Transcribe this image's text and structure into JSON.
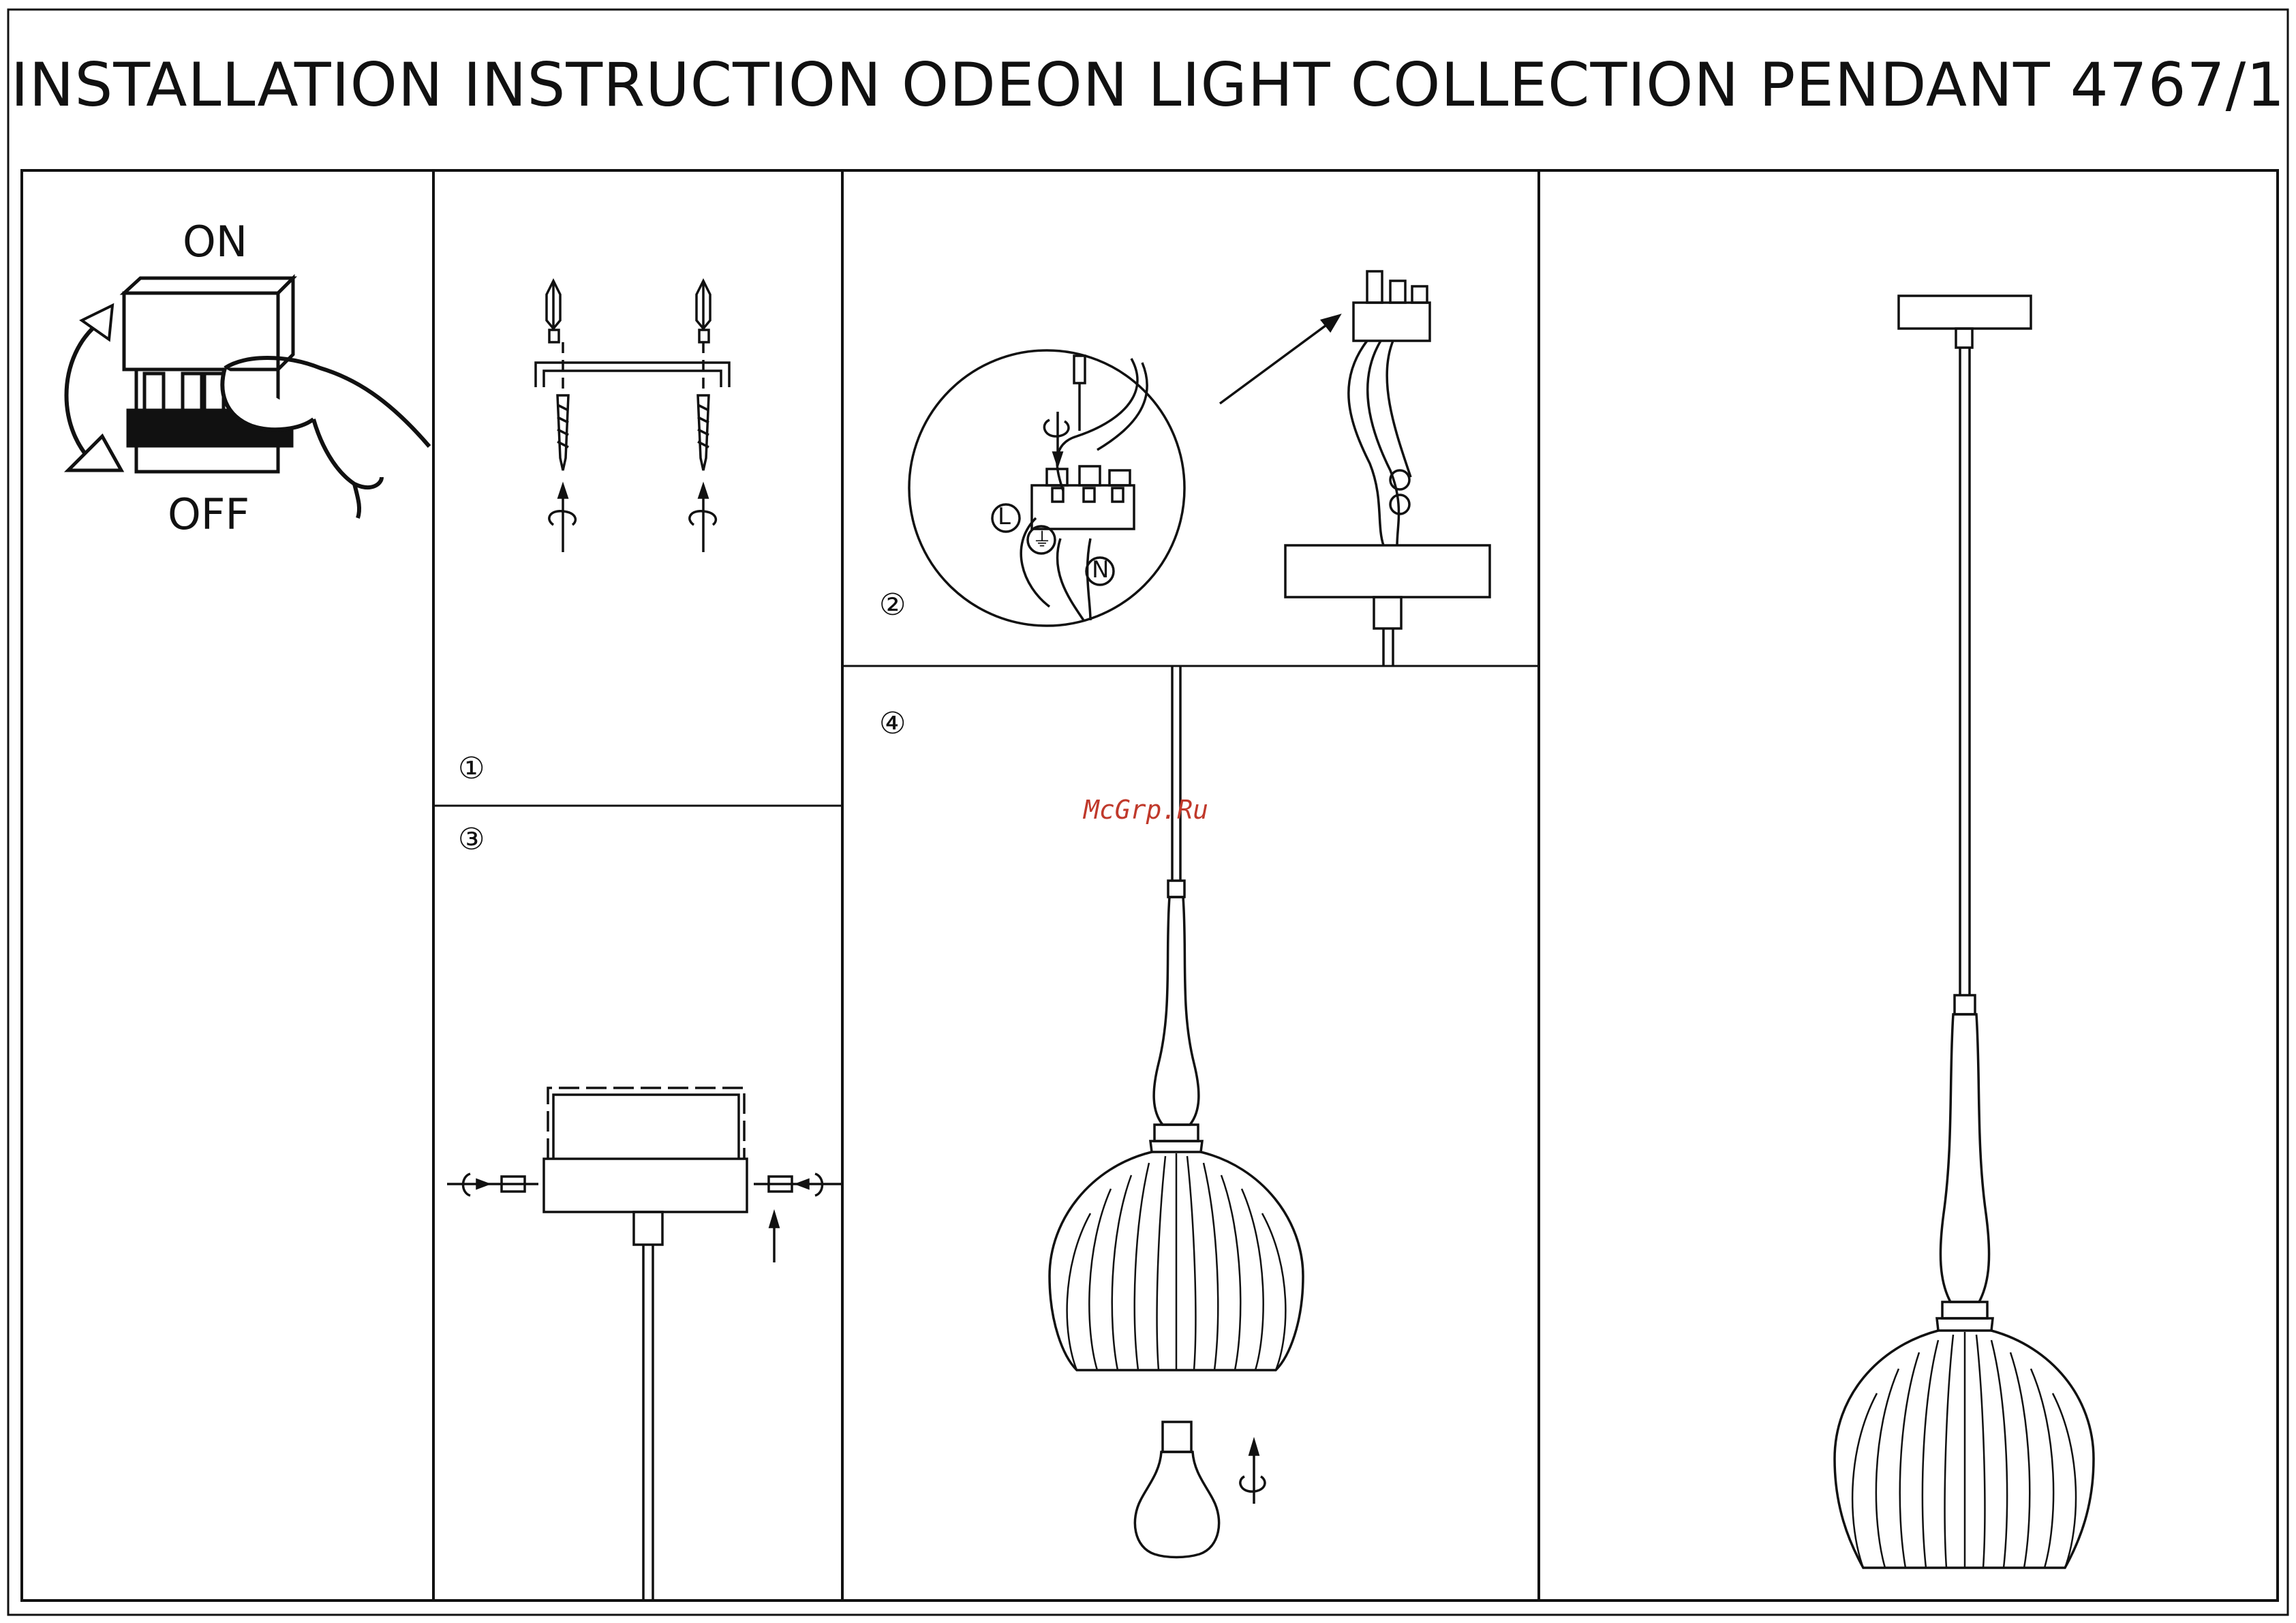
{
  "document": {
    "title": "INSTALLATION INSTRUCTION ODEON LIGHT COLLECTION PENDANT 4767/1"
  },
  "switch_panel": {
    "on_label": "ON",
    "off_label": "OFF"
  },
  "steps": {
    "step1": "①",
    "step2": "②",
    "step3": "③",
    "step4": "④"
  },
  "wiring": {
    "live": "L",
    "earth": "⏚",
    "neutral": "N"
  },
  "watermark": "McGrp.Ru"
}
